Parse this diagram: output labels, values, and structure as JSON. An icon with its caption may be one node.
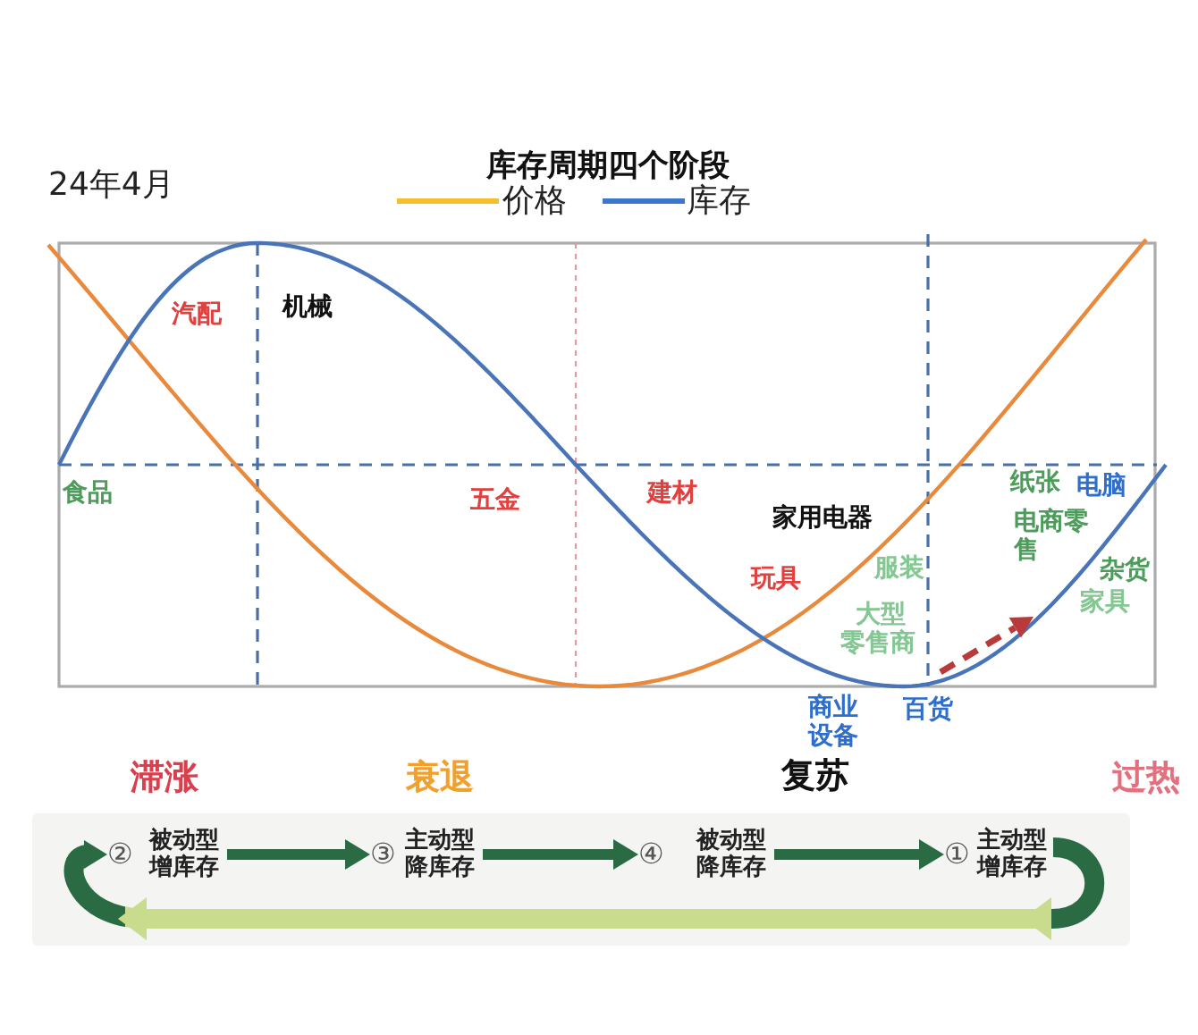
{
  "diagram": {
    "title": "库存周期四个阶段",
    "nodes": [
      {
        "text": [
          "②",
          "被动型增库存"
        ]
      },
      {
        "text": [
          "③",
          "主动型降库存"
        ]
      },
      {
        "text": [
          "④",
          "被动型降库存"
        ]
      },
      {
        "text": [
          "①",
          "主动型增库存"
        ]
      }
    ],
    "edges": [
      {
        "from": 0,
        "to": 1,
        "arrow": "to"
      },
      {
        "from": 1,
        "to": 2,
        "arrow": "to"
      },
      {
        "from": 2,
        "to": 3,
        "arrow": "to"
      },
      {
        "from": 3,
        "to": 0,
        "arrow": "to",
        "style": "thick",
        "color": "#c9dc8e"
      }
    ],
    "labels": [
      "24年4月",
      "汽配",
      "机械",
      "食品",
      "五金",
      "建材",
      "纸张",
      "电脑",
      "家用电器",
      "玩具",
      "服装",
      "电商零售",
      "杂货",
      "大型零售商",
      "家具",
      "商业设备",
      "百货",
      "滞涨",
      "衰退",
      "复苏",
      "过热"
    ],
    "legend": [
      {
        "text": "价格"
      },
      {
        "text": "库存"
      }
    ]
  }
}
